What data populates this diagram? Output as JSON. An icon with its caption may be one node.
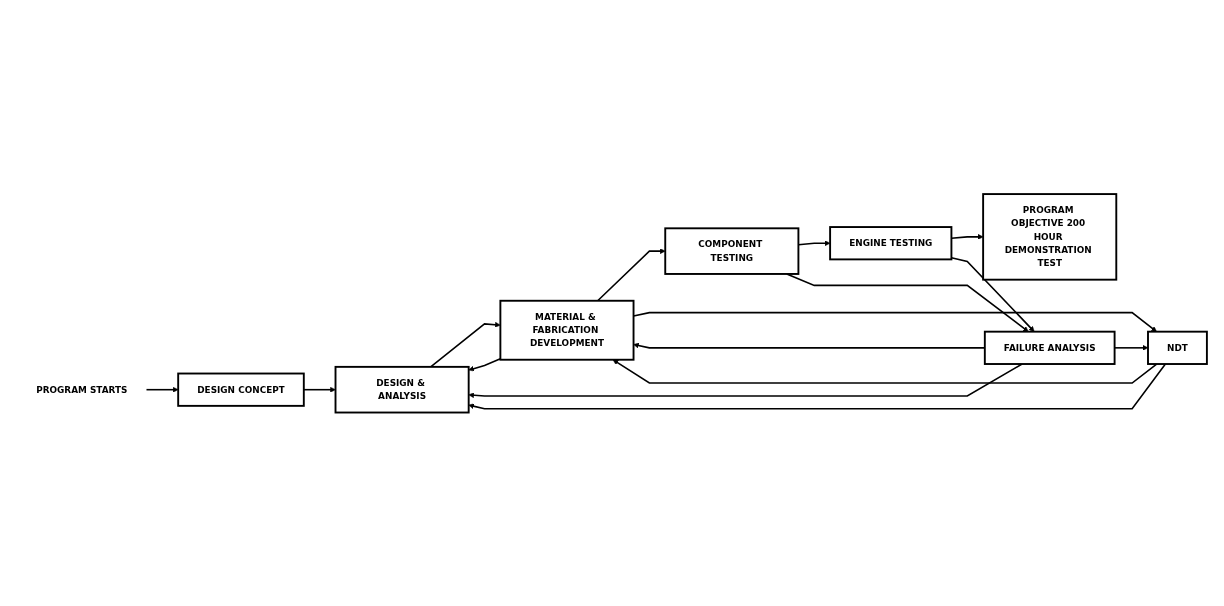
{
  "diagram": {
    "nodes": [
      {
        "text": [
          "PROGRAM STARTS"
        ]
      },
      {
        "text": [
          "DESIGN CONCEPT"
        ]
      },
      {
        "text": [
          "DESIGN & ANALYSIS"
        ]
      },
      {
        "text": [
          "MATERIAL & FABRICATION DEVELOPMENT"
        ]
      },
      {
        "text": [
          "COMPONENT TESTING"
        ]
      },
      {
        "text": [
          "ENGINE TESTING"
        ]
      },
      {
        "text": [
          "PROGRAM OBJECTIVE 200 HOUR DEMONSTRATION TEST"
        ]
      },
      {
        "text": [
          "FAILURE ANALYSIS"
        ]
      },
      {
        "text": [
          "NDT"
        ]
      }
    ],
    "edges": [
      {
        "from": 0,
        "to": 1,
        "arrow": "to"
      },
      {
        "from": 1,
        "to": 2,
        "arrow": "to"
      },
      {
        "from": 2,
        "to": 3,
        "arrow": "to"
      },
      {
        "from": 3,
        "to": 2,
        "arrow": "to"
      },
      {
        "from": 3,
        "to": 4,
        "arrow": "to"
      },
      {
        "from": 4,
        "to": 5,
        "arrow": "to"
      },
      {
        "from": 5,
        "to": 6,
        "arrow": "to"
      },
      {
        "from": 3,
        "to": 8,
        "arrow": "to"
      },
      {
        "from": 8,
        "to": 3,
        "arrow": "to"
      },
      {
        "from": 8,
        "to": 2,
        "arrow": "to"
      },
      {
        "from": 7,
        "to": 2,
        "arrow": "to"
      },
      {
        "from": 7,
        "to": 3,
        "arrow": "to"
      },
      {
        "from": 7,
        "to": 8,
        "arrow": "to"
      },
      {
        "from": 4,
        "to": 7,
        "arrow": "to"
      },
      {
        "from": 5,
        "to": 7,
        "arrow": "to"
      }
    ]
  }
}
